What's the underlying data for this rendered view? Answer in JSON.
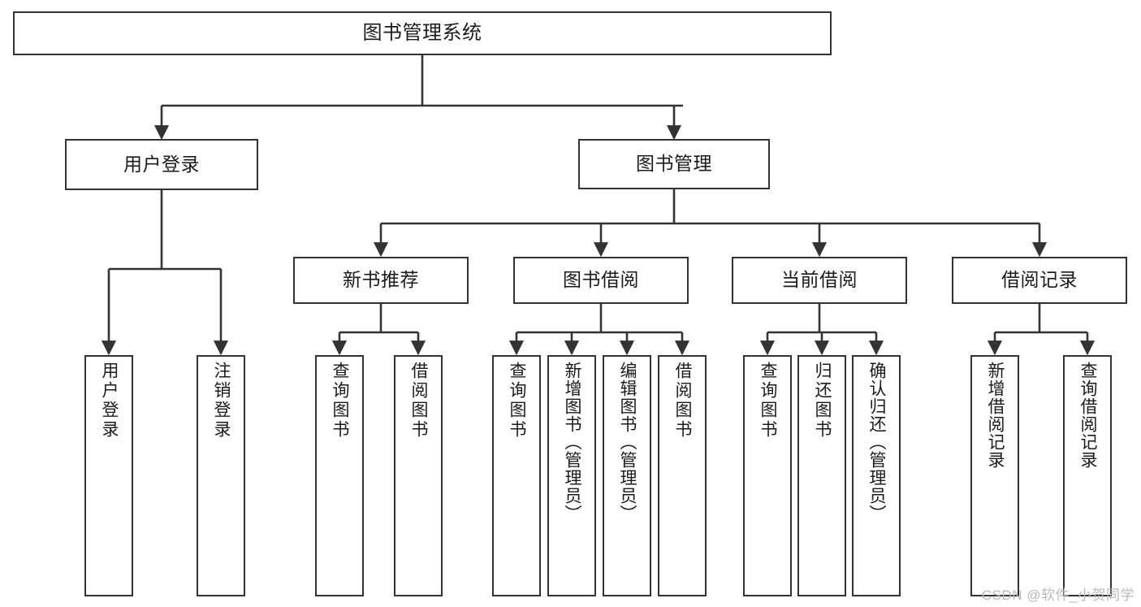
{
  "diagram": {
    "title": "图书管理系统",
    "watermark": "CSDN @软件_小贺同学",
    "colors": {
      "box_border": "#333333",
      "box_fill": "#ffffff",
      "edge": "#333333",
      "text": "#1b1b1b",
      "watermark": "#b9b9b9"
    },
    "nodes": {
      "root": {
        "label": "图书管理系统"
      },
      "level1": [
        {
          "id": "user-login",
          "label": "用户登录"
        },
        {
          "id": "book-manage",
          "label": "图书管理"
        }
      ],
      "level2": [
        {
          "id": "new-book-recommend",
          "label": "新书推荐"
        },
        {
          "id": "book-borrow",
          "label": "图书借阅"
        },
        {
          "id": "current-borrow",
          "label": "当前借阅"
        },
        {
          "id": "borrow-record",
          "label": "借阅记录"
        }
      ],
      "leaves": {
        "user_login": [
          {
            "id": "leaf-user-login",
            "label": "用户登录"
          },
          {
            "id": "leaf-logout-login",
            "label": "注销登录"
          }
        ],
        "new_book_recommend": [
          {
            "id": "leaf-query-book-1",
            "label": "查询图书"
          },
          {
            "id": "leaf-borrow-book-1",
            "label": "借阅图书"
          }
        ],
        "book_borrow": [
          {
            "id": "leaf-query-book-2",
            "label": "查询图书"
          },
          {
            "id": "leaf-add-book",
            "label": "新增图书（管理员）"
          },
          {
            "id": "leaf-edit-book",
            "label": "编辑图书（管理员）"
          },
          {
            "id": "leaf-borrow-book-2",
            "label": "借阅图书"
          }
        ],
        "current_borrow": [
          {
            "id": "leaf-query-book-3",
            "label": "查询图书"
          },
          {
            "id": "leaf-return-book",
            "label": "归还图书"
          },
          {
            "id": "leaf-confirm-return",
            "label": "确认归还（管理员）"
          }
        ],
        "borrow_record": [
          {
            "id": "leaf-add-record",
            "label": "新增借阅记录"
          },
          {
            "id": "leaf-query-record",
            "label": "查询借阅记录"
          }
        ]
      }
    }
  }
}
